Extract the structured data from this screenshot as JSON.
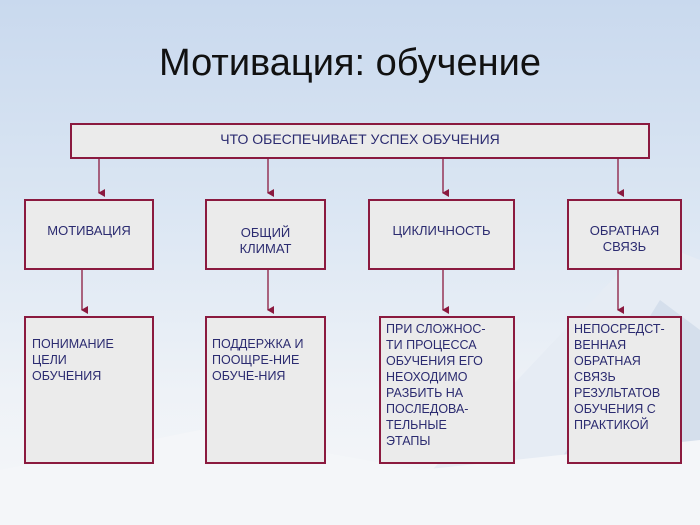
{
  "title": "Мотивация: обучение",
  "header_box": "ЧТО ОБЕСПЕЧИВАЕТ УСПЕХ ОБУЧЕНИЯ",
  "categories": [
    {
      "label": "МОТИВАЦИЯ",
      "detail": "ПОНИМАНИЕ ЦЕЛИ ОБУЧЕНИЯ"
    },
    {
      "label": "ОБЩИЙ КЛИМАТ",
      "detail": "ПОДДЕРЖКА И ПООЩРЕ-НИЕ ОБУЧЕ-НИЯ"
    },
    {
      "label": "ЦИКЛИЧНОСТЬ",
      "detail": "ПРИ СЛОЖНОС-ТИ ПРОЦЕССА ОБУЧЕНИЯ ЕГО НЕОХОДИМО РАЗБИТЬ НА ПОСЛЕДОВА-ТЕЛЬНЫЕ ЭТАПЫ"
    },
    {
      "label": "ОБРАТНАЯ СВЯЗЬ",
      "detail": "НЕПОСРЕДСТ-ВЕННАЯ ОБРАТНАЯ СВЯЗЬ РЕЗУЛЬТАТОВ ОБУЧЕНИЯ С ПРАКТИКОЙ"
    }
  ],
  "colors": {
    "border": "#8b1a3f",
    "text": "#2b2b70",
    "box_fill": "#ebebeb"
  }
}
